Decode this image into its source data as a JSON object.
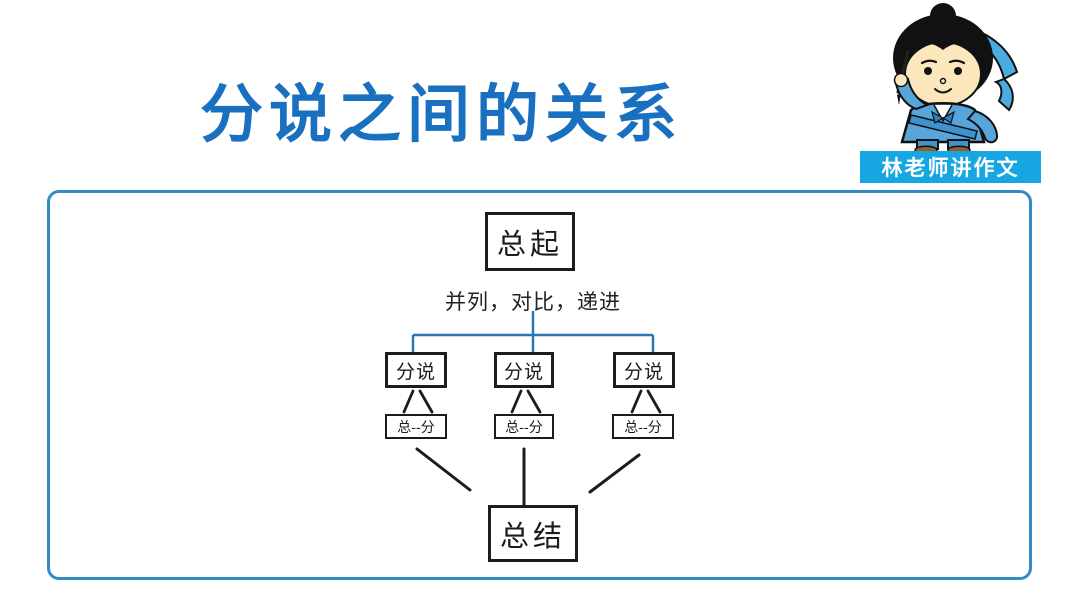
{
  "slide": {
    "title": "分说之间的关系",
    "badge_label": "林老师讲作文",
    "mascot_icon": "cartoon-teacher-with-calligraphy-brush"
  },
  "diagram": {
    "top_box": "总起",
    "relation_label": "并列，对比，递进",
    "branch_boxes": [
      "分说",
      "分说",
      "分说"
    ],
    "sub_boxes": [
      "总--分",
      "总--分",
      "总--分"
    ],
    "bottom_box": "总结"
  },
  "colors": {
    "title_blue": "#1a70c0",
    "frame_border_blue": "#318bc5",
    "connector_blue": "#2e75b6",
    "line_black": "#1c1c1c",
    "badge_bg": "#16a7e2",
    "badge_text": "#ffffff",
    "mascot_robe_blue": "#57a5da",
    "mascot_face": "#fce7bd",
    "mascot_shoe_brown": "#9c5b28"
  }
}
